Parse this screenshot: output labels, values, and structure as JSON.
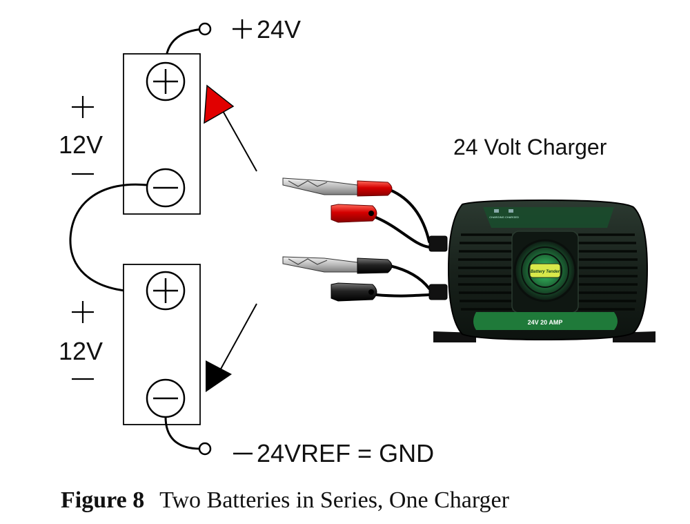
{
  "top_terminal_label": "24V",
  "bottom_terminal_label": "24VREF = GND",
  "battery_top": {
    "label": "12V"
  },
  "battery_bottom": {
    "label": "12V"
  },
  "charger": {
    "title": "24 Volt Charger",
    "panel_label": "24V 20 AMP",
    "indicator_1": "CHARGING",
    "indicator_2": "CHARGED",
    "brand": "Battery Tender"
  },
  "caption": {
    "figure_label": "Figure 8",
    "text": "Two Batteries in Series, One Charger"
  },
  "colors": {
    "positive_arrow": "#e10000",
    "negative_arrow": "#000000",
    "red_clamp": "#d40000",
    "charger_body": "#1e2a22",
    "charger_glow": "#1f7a3a"
  }
}
